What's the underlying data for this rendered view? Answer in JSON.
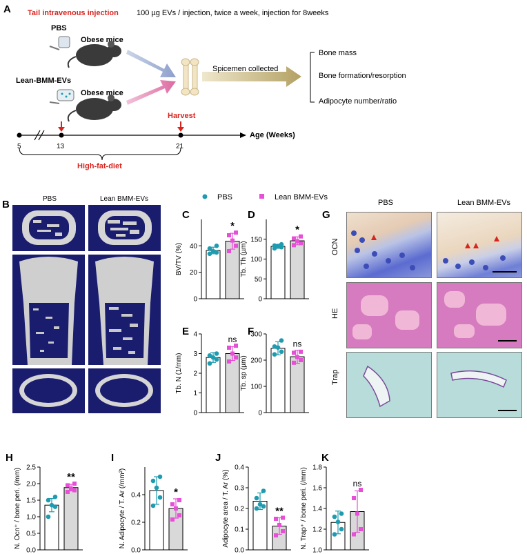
{
  "panelA": {
    "letter": "A",
    "injection_label": "Tail intravenous injection",
    "injection_detail": "100 µg EVs / injection, twice a week, injection for  8weeks",
    "group1": "PBS",
    "group2": "Lean-BMM-EVs",
    "mouse_label": "Obese mice",
    "collected": "Spicemen collected",
    "outcomes": [
      "Bone mass",
      "Bone formation/resorption",
      "Adipocyte number/ratio"
    ],
    "harvest": "Harvest",
    "age_label": "Age (Weeks)",
    "ticks": [
      "5",
      "13",
      "21"
    ],
    "diet": "High-fat-diet"
  },
  "panelB": {
    "letter": "B",
    "col1": "PBS",
    "col2": "Lean BMM-EVs"
  },
  "legend": {
    "pbs": "PBS",
    "ev": "Lean BMM-EVs",
    "pbs_color": "#1f9bb0",
    "ev_color": "#e64fd6"
  },
  "panelG": {
    "letter": "G",
    "col1": "PBS",
    "col2": "Lean BMM-EVs",
    "rows": [
      "OCN",
      "HE",
      "Trap"
    ]
  },
  "colors": {
    "pbs_bar": "#ffffff",
    "ev_bar": "#d9d9d9",
    "pbs_pt": "#1f9bb0",
    "ev_pt": "#e64fd6"
  },
  "chart_data": [
    {
      "id": "C",
      "type": "bar",
      "ylabel": "BV/TV (%)",
      "ylim": [
        0,
        60
      ],
      "ticks": [
        0,
        20,
        40
      ],
      "categories": [
        "PBS",
        "Lean BMM-EVs"
      ],
      "values": [
        36.5,
        43.5
      ],
      "err": [
        2.5,
        6
      ],
      "points": [
        [
          34,
          35,
          36,
          38,
          40
        ],
        [
          36,
          40,
          44,
          48,
          50
        ]
      ],
      "sig": "*"
    },
    {
      "id": "D",
      "type": "bar",
      "ylabel": "Tb. Th (µm)",
      "ylim": [
        0,
        200
      ],
      "ticks": [
        0,
        50,
        100,
        150
      ],
      "categories": [
        "PBS",
        "Lean BMM-EVs"
      ],
      "values": [
        132,
        146
      ],
      "err": [
        5,
        10
      ],
      "points": [
        [
          127,
          130,
          133,
          134,
          137
        ],
        [
          135,
          140,
          145,
          152,
          157
        ]
      ],
      "sig": "*"
    },
    {
      "id": "E",
      "type": "bar",
      "ylabel": "Tb. N (1/mm)",
      "ylim": [
        0,
        4
      ],
      "ticks": [
        0,
        1,
        2,
        3,
        4
      ],
      "categories": [
        "PBS",
        "Lean BMM-EVs"
      ],
      "values": [
        2.8,
        3.0
      ],
      "err": [
        0.25,
        0.35
      ],
      "points": [
        [
          2.5,
          2.7,
          2.8,
          2.9,
          3.0
        ],
        [
          2.6,
          2.8,
          3.0,
          3.3,
          3.4
        ]
      ],
      "sig": "ns"
    },
    {
      "id": "F",
      "type": "bar",
      "ylabel": "Tb. sp (µm)",
      "ylim": [
        0,
        300
      ],
      "ticks": [
        0,
        100,
        200,
        300
      ],
      "categories": [
        "PBS",
        "Lean BMM-EVs"
      ],
      "values": [
        245,
        213
      ],
      "err": [
        25,
        25
      ],
      "points": [
        [
          222,
          232,
          248,
          252,
          275
        ],
        [
          190,
          200,
          212,
          228,
          232
        ]
      ],
      "sig": "ns"
    },
    {
      "id": "H",
      "type": "bar",
      "ylabel": "N. Ocn⁺ / bone peri. (/mm)",
      "ylim": [
        0,
        2.5
      ],
      "ticks": [
        0.0,
        0.5,
        1.0,
        1.5,
        2.0,
        2.5
      ],
      "categories": [
        "PBS",
        "Lean BMM-EVs"
      ],
      "values": [
        1.35,
        1.88
      ],
      "err": [
        0.2,
        0.1
      ],
      "points": [
        [
          1.0,
          1.3,
          1.35,
          1.5,
          1.6
        ],
        [
          1.75,
          1.8,
          1.85,
          1.95,
          2.0
        ]
      ],
      "sig": "**"
    },
    {
      "id": "I",
      "type": "bar",
      "ylabel": "N. Adipocyte / T. Ar (/mm²)",
      "ylim": [
        0,
        0.6
      ],
      "ticks": [
        0.0,
        0.2,
        0.4
      ],
      "categories": [
        "PBS",
        "Lean BMM-EVs"
      ],
      "values": [
        0.43,
        0.3
      ],
      "err": [
        0.1,
        0.07
      ],
      "points": [
        [
          0.32,
          0.38,
          0.45,
          0.5,
          0.53
        ],
        [
          0.22,
          0.25,
          0.3,
          0.33,
          0.36
        ]
      ],
      "sig": "*"
    },
    {
      "id": "J",
      "type": "bar",
      "ylabel": "Adipocyte area / T. Ar (%)",
      "ylim": [
        0,
        0.4
      ],
      "ticks": [
        0.0,
        0.1,
        0.2,
        0.3,
        0.4
      ],
      "categories": [
        "PBS",
        "Lean BMM-EVs"
      ],
      "values": [
        0.235,
        0.115
      ],
      "err": [
        0.04,
        0.04
      ],
      "points": [
        [
          0.2,
          0.21,
          0.22,
          0.25,
          0.285
        ],
        [
          0.07,
          0.09,
          0.12,
          0.15,
          0.155
        ]
      ],
      "sig": "**"
    },
    {
      "id": "K",
      "type": "bar",
      "ylabel": "N. Trap⁺ / bone peri. (/mm)",
      "ylim": [
        1.0,
        1.8
      ],
      "ticks": [
        1.0,
        1.2,
        1.4,
        1.6,
        1.8
      ],
      "categories": [
        "PBS",
        "Lean BMM-EVs"
      ],
      "values": [
        1.265,
        1.37
      ],
      "err": [
        0.11,
        0.2
      ],
      "points": [
        [
          1.15,
          1.2,
          1.27,
          1.32,
          1.35
        ],
        [
          1.15,
          1.2,
          1.35,
          1.5,
          1.58
        ]
      ],
      "sig": "ns"
    }
  ]
}
